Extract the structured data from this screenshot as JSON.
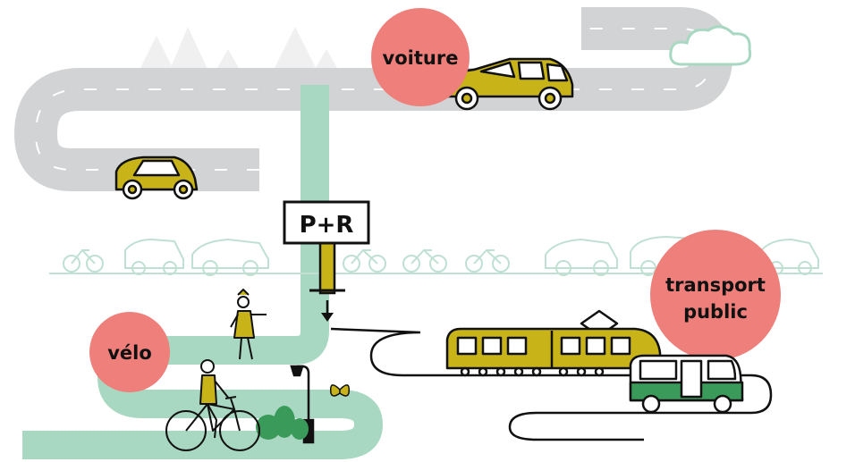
{
  "labels": {
    "voiture": "voiture",
    "velo": "vélo",
    "transport_line1": "transport",
    "transport_line2": "public",
    "park_ride": "P+R"
  },
  "colors": {
    "road": "#d1d3d4",
    "cycle_path": "#a8d8c2",
    "badge": "#ef7f7a",
    "vehicle": "#c8b418",
    "bus": "#3a9a5a",
    "outline": "#111111",
    "faded": "#bfe0d2"
  },
  "icons": [
    "voiture-car-icon",
    "small-car-icon",
    "tram-icon",
    "bus-icon",
    "cyclist-icon",
    "pedestrian-icon",
    "butterfly-icon",
    "streetlamp-icon",
    "cloud-icon",
    "trees-icon",
    "parked-bike-icon",
    "parked-car-icon"
  ]
}
